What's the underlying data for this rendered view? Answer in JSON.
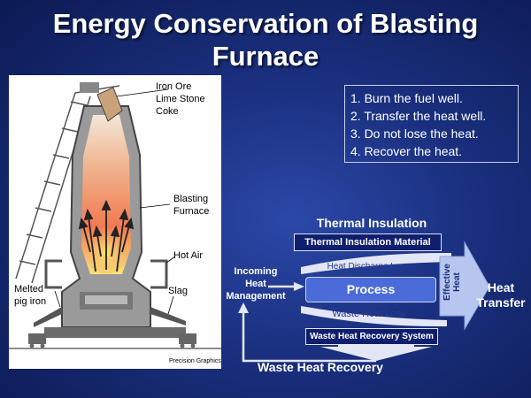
{
  "title": "Energy Conservation of Blasting Furnace",
  "furnace": {
    "feed_label": "Iron Ore\nLime Stone\nCoke",
    "furnace_label": "Blasting\nFurnace",
    "hot_air_label": "Hot Air",
    "slag_label": "Slag",
    "pig_iron_label": "Melted\npig iron",
    "credit": "Precision Graphics"
  },
  "steps": [
    "1. Burn the fuel well.",
    "2. Transfer the heat well.",
    "3. Do not lose the heat.",
    "4. Recover the heat."
  ],
  "diagram": {
    "thermal_insulation": "Thermal Insulation",
    "thermal_insulation_material": "Thermal Insulation Material",
    "heat_discharge_loss": "Heat Discharge Loss",
    "process": "Process",
    "waste_heat_loss": "Waste Heat Loss",
    "waste_heat_recovery_system": "Waste Heat Recovery System",
    "waste_heat_recovery": "Waste Heat Recovery",
    "incoming_heat_management": "Incoming\nHeat\nManagement",
    "effective_heat": "Effective\nHeat",
    "heat_transfer": "Heat\nTransfer"
  },
  "colors": {
    "background": "#1a2f7e",
    "process_box": "#4a6bd8",
    "label_box": "#0f1f6e",
    "arrow": "#e3e7f5",
    "effective_arrow": "#b6c6ee"
  }
}
